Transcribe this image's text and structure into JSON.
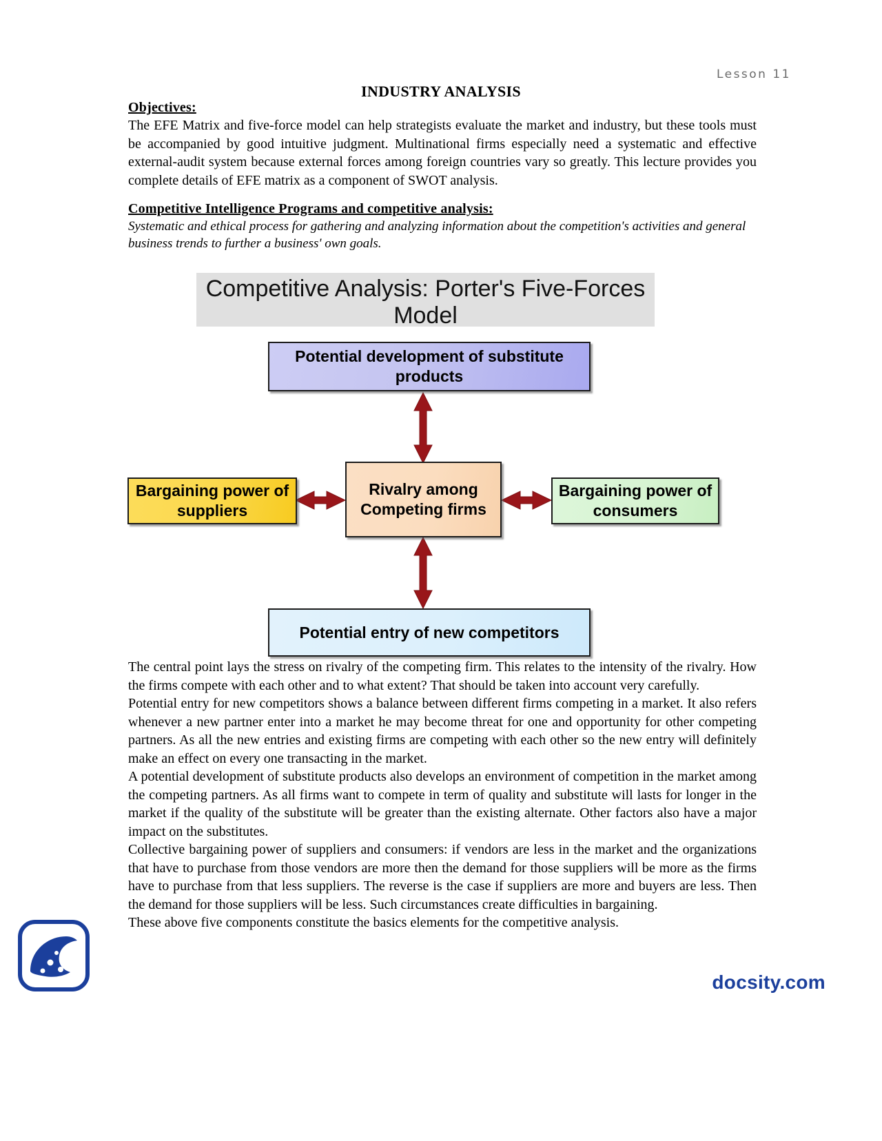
{
  "header": {
    "lesson_tag": "Lesson 11",
    "title": "INDUSTRY ANALYSIS"
  },
  "objectives": {
    "heading": "Objectives:",
    "body": "The EFE Matrix and five-force model can help strategists evaluate the market and industry, but these tools must be accompanied by good intuitive judgment. Multinational firms especially need a systematic and effective external-audit system because external forces among foreign countries vary so greatly. This lecture provides you complete details of EFE matrix as a component of SWOT analysis."
  },
  "intelligence": {
    "heading": "Competitive Intelligence Programs and competitive analysis:",
    "body": "Systematic and ethical process for gathering and analyzing information about the competition's activities and general business trends to further a business' own goals."
  },
  "diagram": {
    "title": "Competitive Analysis:  Porter's Five-Forces Model",
    "nodes": {
      "substitutes": "Potential development of substitute products",
      "rivalry": "Rivalry among Competing firms",
      "suppliers": "Bargaining power of suppliers",
      "consumers": "Bargaining power of consumers",
      "entrants": "Potential entry of new competitors"
    },
    "colors": {
      "title_bg": "#e0e0e0",
      "substitutes_bg": "#c4c4f0",
      "rivalry_bg": "#fbddbf",
      "suppliers_bg": "#fbd94e",
      "consumers_bg": "#d7f4d2",
      "entrants_bg": "#dcf0fc",
      "arrow": "#99161a",
      "border": "#1a1a1a"
    }
  },
  "paragraphs": [
    "The central point lays the stress on rivalry of the competing firm. This relates to the intensity of the rivalry. How the firms compete with each other and to what extent? That should be taken into account very carefully.",
    "Potential entry for new competitors shows a balance between different firms competing in a market. It also refers whenever a new partner enter into a market he may become threat for one and opportunity for other competing partners. As all the new entries and existing firms are competing with each other so the new entry will definitely make an effect on every one transacting in the market.",
    "A potential development of substitute products also develops an environment of competition in the market among the competing partners. As all firms want to compete in term of quality and substitute will lasts for longer in the market if the quality of the substitute will be greater than the existing alternate. Other factors also have a major impact on the substitutes.",
    "Collective bargaining power of suppliers and consumers: if vendors are less in the market and the organizations that have to purchase from those vendors are more then the demand for those suppliers will be more as the firms have to purchase from that less suppliers. The reverse is the case if suppliers are more and buyers are less. Then the demand for those suppliers will be less. Such circumstances create difficulties in bargaining.",
    "These above five components constitute the basics elements for the competitive analysis."
  ],
  "footer": {
    "url": "docsity.com",
    "logo_color": "#1b3f9c"
  }
}
